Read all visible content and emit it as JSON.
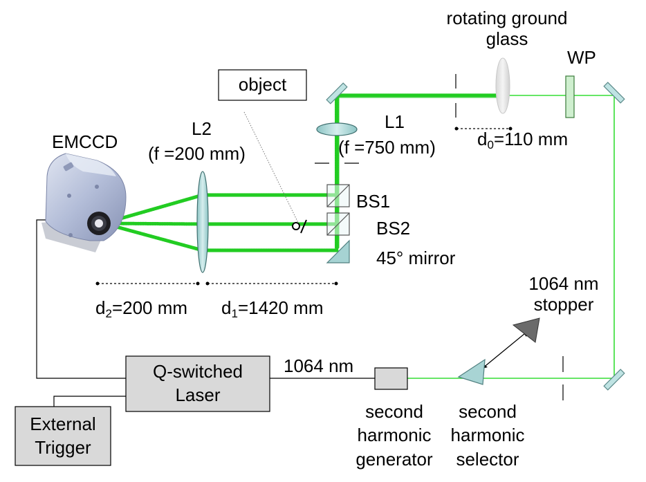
{
  "labels": {
    "rotating_ground_glass_1": "rotating ground",
    "rotating_ground_glass_2": "glass",
    "wp": "WP",
    "object": "object",
    "l1": "L1",
    "l1_focal": "(f =750 mm)",
    "d0_symbol": "d",
    "d0_sub": "0",
    "d0_value": "=110 mm",
    "emccd": "EMCCD",
    "l2": "L2",
    "l2_focal": "(f =200 mm)",
    "bs1": "BS1",
    "bs2": "BS2",
    "mirror_45": "45° mirror",
    "stopper_1": "1064 nm",
    "stopper_2": "stopper",
    "d2_symbol": "d",
    "d2_sub": "2",
    "d2_value": "=200 mm",
    "d1_symbol": "d",
    "d1_sub": "1",
    "d1_value": "=1420 mm",
    "laser_1": "Q-switched",
    "laser_2": "Laser",
    "wavelength_1064": "1064 nm",
    "trigger_1": "External",
    "trigger_2": "Trigger",
    "shg_1": "second",
    "shg_2": "harmonic",
    "shg_3": "generator",
    "shs_1": "second",
    "shs_2": "harmonic",
    "shs_3": "selector"
  },
  "colors": {
    "green_beam": "#33dd33",
    "speckle_beam": "#22cc22",
    "lens_fill": "#a8d4d4",
    "mirror_fill": "#bfe3e3",
    "box_fill": "#d9d9d9",
    "stopper_fill": "#6b6b6b",
    "camera_body": "#b9c3dc"
  }
}
